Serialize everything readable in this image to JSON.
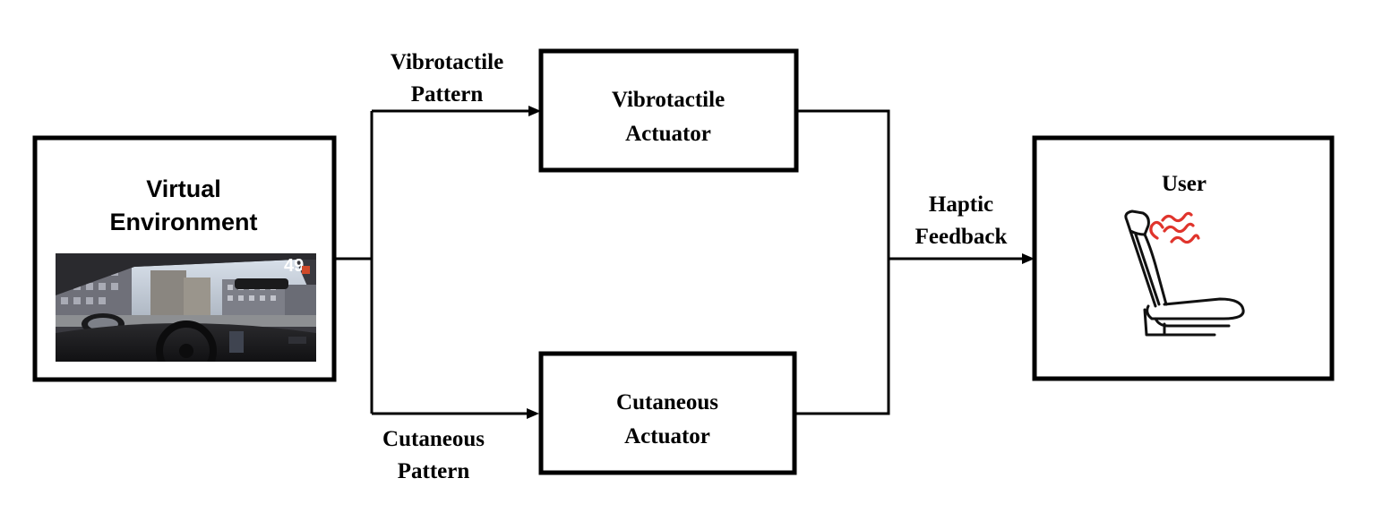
{
  "virtual_environment": {
    "title_line1": "Virtual",
    "title_line2": "Environment",
    "screenshot": {
      "speed": "49",
      "colors": {
        "sky": "#c9d3e0",
        "building": "#7c7c86",
        "dashboard": "#1c1c1e",
        "speed_badge": "#d04a2a"
      }
    }
  },
  "vibrotactile_actuator": {
    "line1": "Vibrotactile",
    "line2": "Actuator"
  },
  "cutaneous_actuator": {
    "line1": "Cutaneous",
    "line2": "Actuator"
  },
  "user": {
    "label": "User",
    "icon": "car-seat-heat-icon",
    "heat_color": "#e0342c"
  },
  "edges": {
    "vibrotactile_pattern": {
      "line1": "Vibrotactile",
      "line2": "Pattern"
    },
    "cutaneous_pattern": {
      "line1": "Cutaneous",
      "line2": "Pattern"
    },
    "haptic_feedback": {
      "line1": "Haptic",
      "line2": "Feedback"
    }
  }
}
